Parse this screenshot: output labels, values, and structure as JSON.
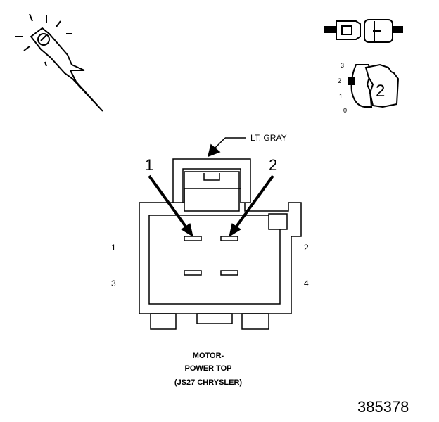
{
  "diagram": {
    "wire_color_label": "LT. GRAY",
    "callouts": [
      "1",
      "2"
    ],
    "pin_labels": {
      "top_left": "1",
      "top_right": "2",
      "bottom_left": "3",
      "bottom_right": "4"
    },
    "caption": {
      "line1": "MOTOR-",
      "line2": "POWER TOP",
      "line3": "(JS27 CHRYSLER)"
    },
    "figure_number": "385378",
    "probe_icon": "probe-tip-icon",
    "connector_icon": "connector-half-icon",
    "selector": {
      "scale": [
        "3",
        "2",
        "1",
        "0"
      ],
      "value": "2"
    }
  }
}
